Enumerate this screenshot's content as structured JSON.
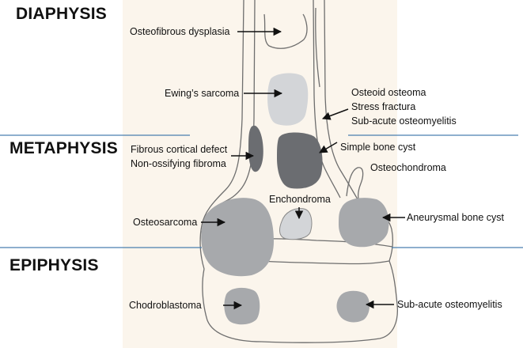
{
  "zones": {
    "diaphysis": "DIAPHYSIS",
    "metaphysis": "METAPHYSIS",
    "epiphysis": "EPIPHYSIS"
  },
  "labels": {
    "osteofibrous_dysplasia": "Osteofibrous dysplasia",
    "ewings_sarcoma": "Ewing’s sarcoma",
    "osteoid_osteoma": "Osteoid osteoma",
    "stress_fractura": "Stress fractura",
    "subacute_osteomyelitis_diaphysis": "Sub-acute osteomyelitis",
    "fibrous_cortical_defect": "Fibrous cortical defect",
    "non_ossifying_fibroma": "Non-ossifying fibroma",
    "simple_bone_cyst": "Simple bone cyst",
    "osteochondroma": "Osteochondroma",
    "enchondroma": "Enchondroma",
    "osteosarcoma": "Osteosarcoma",
    "aneurysmal_bone_cyst": "Aneurysmal bone cyst",
    "chondroblastoma": "Chodroblastoma",
    "subacute_osteomyelitis_epiphysis": "Sub-acute osteomyelitis"
  },
  "colors": {
    "background_panel": "#fbf5ec",
    "outline": "#6e6e6e",
    "divider": "#4a7fb0",
    "lesion_light": "#d3d5d8",
    "lesion_medium": "#a7a9ac",
    "lesion_dark": "#6b6d71",
    "arrow": "#111111"
  }
}
